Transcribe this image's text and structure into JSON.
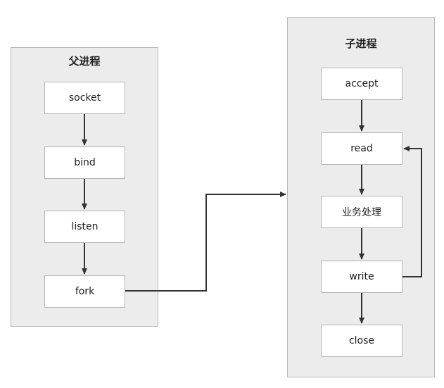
{
  "parent_process": {
    "title": "父进程",
    "steps": [
      "socket",
      "bind",
      "listen",
      "fork"
    ]
  },
  "child_process": {
    "title": "子进程",
    "steps": [
      "accept",
      "read",
      "业务处理",
      "write",
      "close"
    ]
  },
  "colors": {
    "panel_bg": "#ececec",
    "panel_border": "#b9b9b9",
    "node_bg": "#ffffff",
    "node_border": "#b4b4b4",
    "arrow": "#333333"
  }
}
